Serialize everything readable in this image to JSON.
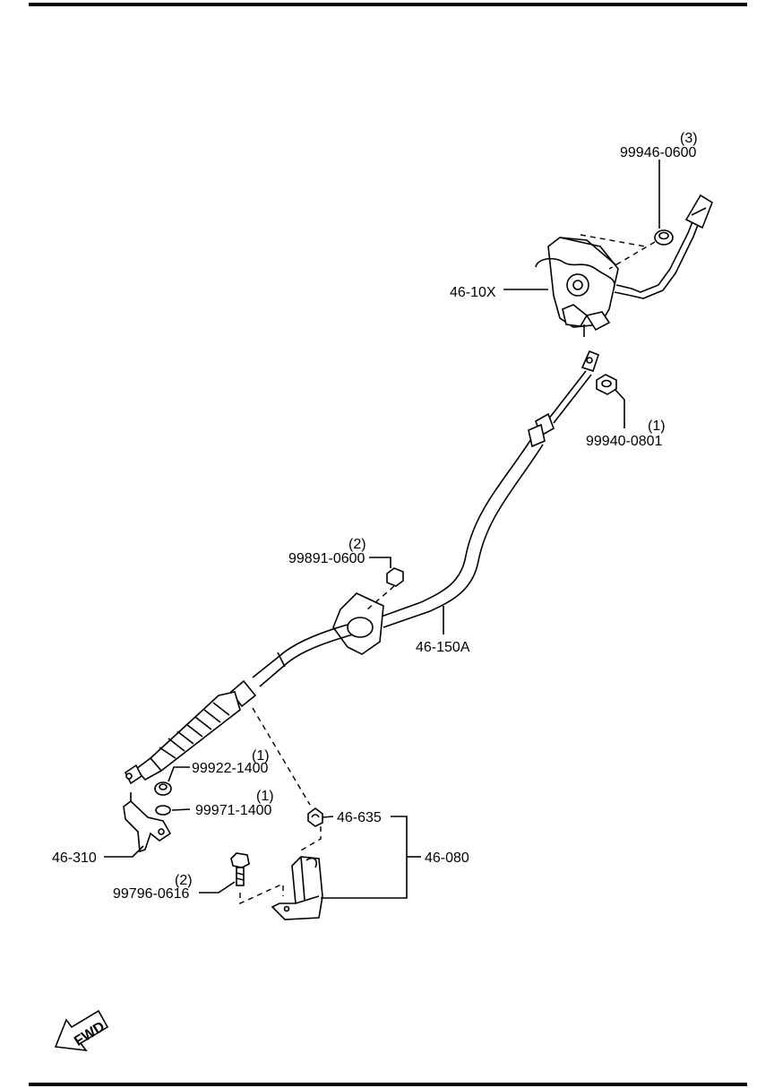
{
  "diagram": {
    "parts": [
      {
        "id": "shift_lever_qty",
        "text": "(3)"
      },
      {
        "id": "shift_lever_nut",
        "text": "99946-0600"
      },
      {
        "id": "shift_lever",
        "text": "46-10X"
      },
      {
        "id": "cable_nut_qty",
        "text": "(1)"
      },
      {
        "id": "cable_nut",
        "text": "99940-0801"
      },
      {
        "id": "grommet_nut_qty",
        "text": "(2)"
      },
      {
        "id": "grommet_nut",
        "text": "99891-0600"
      },
      {
        "id": "shift_cable",
        "text": "46-150A"
      },
      {
        "id": "end_nut_qty",
        "text": "(1)"
      },
      {
        "id": "end_nut",
        "text": "99922-1400"
      },
      {
        "id": "washer_qty",
        "text": "(1)"
      },
      {
        "id": "washer",
        "text": "99971-1400"
      },
      {
        "id": "lever_bracket",
        "text": "46-310"
      },
      {
        "id": "clip",
        "text": "46-635"
      },
      {
        "id": "bracket_assembly",
        "text": "46-080"
      },
      {
        "id": "bolt_qty",
        "text": "(2)"
      },
      {
        "id": "bolt",
        "text": "99796-0616"
      }
    ],
    "fwd_label": "FWD"
  }
}
